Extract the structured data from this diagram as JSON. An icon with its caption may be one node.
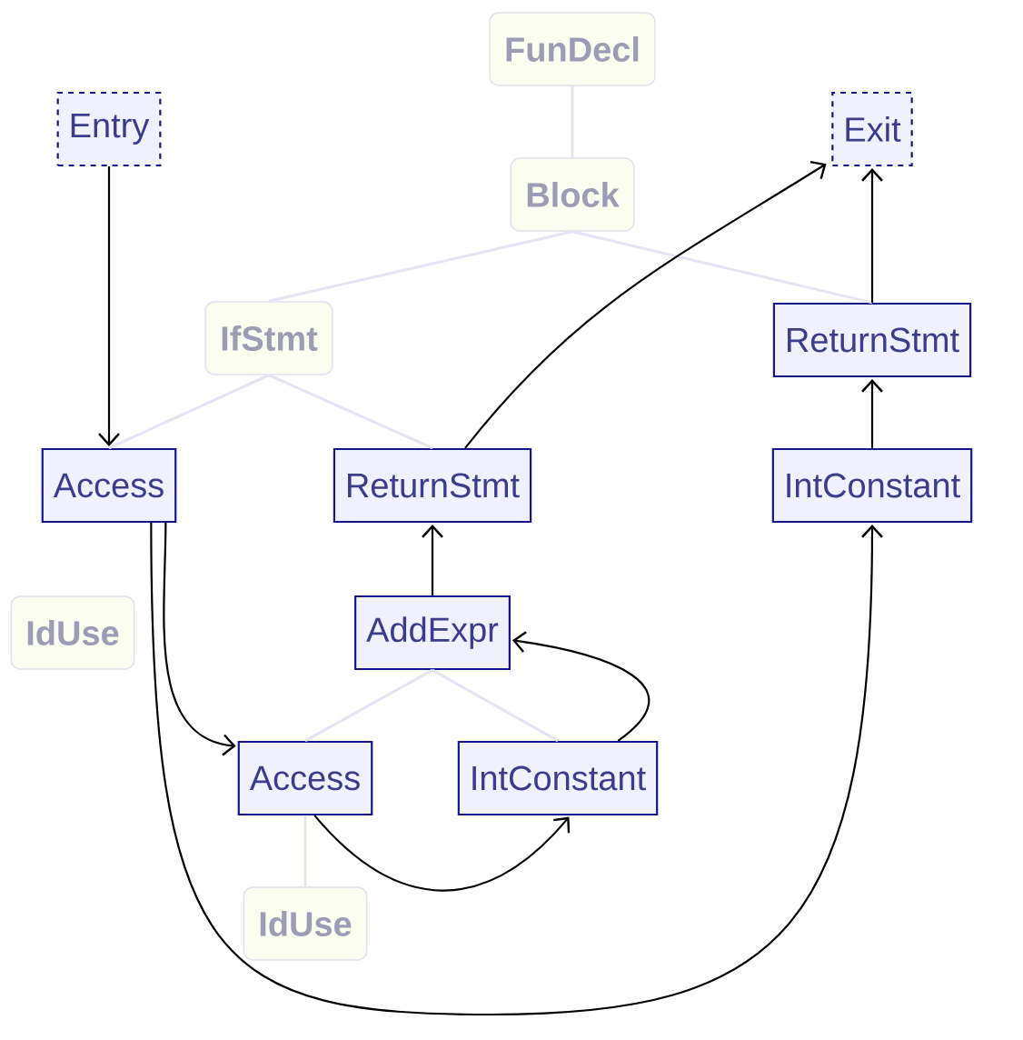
{
  "diagram": {
    "nodes": [
      {
        "text": [
          "FunDecl"
        ]
      },
      {
        "text": [
          "Entry"
        ]
      },
      {
        "text": [
          "Exit"
        ]
      },
      {
        "text": [
          "Block"
        ]
      },
      {
        "text": [
          "IfStmt"
        ]
      },
      {
        "text": [
          "ReturnStmt"
        ]
      },
      {
        "text": [
          "Access"
        ]
      },
      {
        "text": [
          "ReturnStmt"
        ]
      },
      {
        "text": [
          "IntConstant"
        ]
      },
      {
        "text": [
          "IdUse"
        ]
      },
      {
        "text": [
          "AddExpr"
        ]
      },
      {
        "text": [
          "Access"
        ]
      },
      {
        "text": [
          "IntConstant"
        ]
      },
      {
        "text": [
          "IdUse"
        ]
      }
    ],
    "edges": [
      {
        "from": 0,
        "to": 3,
        "arrow": "none",
        "color": "#e6e4f4"
      },
      {
        "from": 3,
        "to": 4,
        "arrow": "none",
        "color": "#e6e4f4"
      },
      {
        "from": 3,
        "to": 5,
        "arrow": "none",
        "color": "#e6e4f4"
      },
      {
        "from": 4,
        "to": 6,
        "arrow": "none",
        "color": "#e6e4f4"
      },
      {
        "from": 4,
        "to": 7,
        "arrow": "none",
        "color": "#e6e4f4"
      },
      {
        "from": 10,
        "to": 11,
        "arrow": "none",
        "color": "#e6e4f4"
      },
      {
        "from": 10,
        "to": 12,
        "arrow": "none",
        "color": "#e6e4f4"
      },
      {
        "from": 11,
        "to": 13,
        "arrow": "none",
        "color": "#e6e4f4"
      },
      {
        "from": 1,
        "to": 6,
        "arrow": "to"
      },
      {
        "from": 6,
        "to": 11,
        "arrow": "to"
      },
      {
        "from": 6,
        "to": 8,
        "arrow": "to"
      },
      {
        "from": 11,
        "to": 12,
        "arrow": "to"
      },
      {
        "from": 12,
        "to": 10,
        "arrow": "to"
      },
      {
        "from": 10,
        "to": 7,
        "arrow": "to"
      },
      {
        "from": 7,
        "to": 2,
        "arrow": "to"
      },
      {
        "from": 8,
        "to": 5,
        "arrow": "to"
      },
      {
        "from": 5,
        "to": 2,
        "arrow": "to"
      }
    ]
  }
}
